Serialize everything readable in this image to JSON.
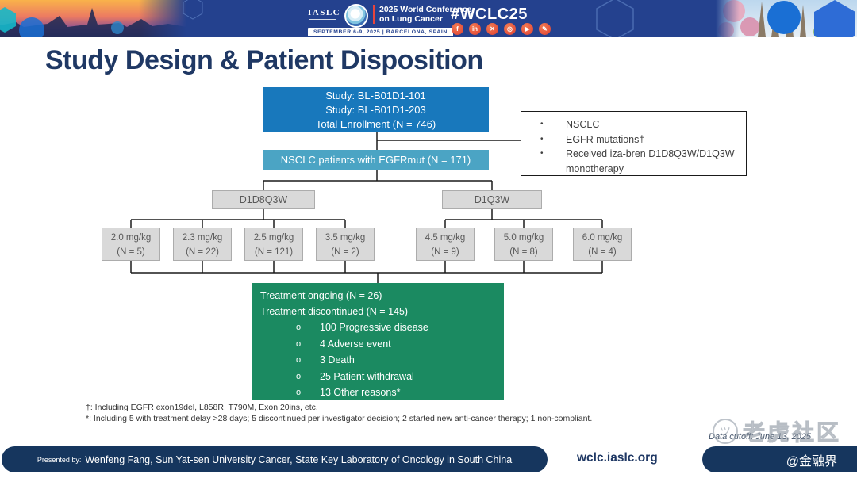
{
  "header": {
    "logo_text": "IASLC",
    "conference_title_line1": "2025 World Conference",
    "conference_title_line2": "on Lung Cancer",
    "conference_dates": "SEPTEMBER 6-9, 2025   |   BARCELONA, SPAIN",
    "hashtag": "#WCLC25",
    "social_icons": [
      {
        "name": "facebook-icon",
        "glyph": "f"
      },
      {
        "name": "linkedin-icon",
        "glyph": "in"
      },
      {
        "name": "x-icon",
        "glyph": "✕"
      },
      {
        "name": "instagram-icon",
        "glyph": "◎"
      },
      {
        "name": "youtube-icon",
        "glyph": "▶"
      },
      {
        "name": "pencil-icon",
        "glyph": "✎"
      }
    ]
  },
  "slide": {
    "title": "Study Design & Patient Disposition",
    "flowchart": {
      "study_box": {
        "line1": "Study: BL-B01D1-101",
        "line2": "Study: BL-B01D1-203",
        "line3": "Total Enrollment (N = 746)"
      },
      "criteria_box": {
        "bullets": [
          "NSCLC",
          "EGFR mutations†",
          "Received iza-bren D1D8Q3W/D1Q3W monotherapy"
        ]
      },
      "population_box": {
        "label": "NSCLC patients with EGFRmut  (N = 171)"
      },
      "schedule_boxes": [
        {
          "label": "D1D8Q3W"
        },
        {
          "label": "D1Q3W"
        }
      ],
      "dose_boxes": [
        {
          "dose": "2.0 mg/kg",
          "n": "(N = 5)"
        },
        {
          "dose": "2.3 mg/kg",
          "n": "(N = 22)"
        },
        {
          "dose": "2.5 mg/kg",
          "n": "(N = 121)"
        },
        {
          "dose": "3.5 mg/kg",
          "n": "(N = 2)"
        },
        {
          "dose": "4.5 mg/kg",
          "n": "(N = 9)"
        },
        {
          "dose": "5.0 mg/kg",
          "n": "(N = 8)"
        },
        {
          "dose": "6.0 mg/kg",
          "n": "(N = 4)"
        }
      ],
      "disposition_box": {
        "line1": "Treatment ongoing (N = 26)",
        "line2": "Treatment discontinued (N = 145)",
        "sub_items": [
          "100 Progressive disease",
          "4 Adverse event",
          "3 Death",
          "25 Patient withdrawal",
          "13 Other reasons*"
        ]
      }
    },
    "footnotes": [
      "†: Including EGFR exon19del, L858R, T790M, Exon 20ins, etc.",
      "*: Including 5 with treatment delay >28 days; 5 discontinued per investigator decision; 2 started new anti-cancer therapy; 1 non-compliant."
    ],
    "data_cutoff": "Data cutoff: June 13, 2025"
  },
  "footer": {
    "presented_by_label": "Presented by:",
    "presenter": "Wenfeng Fang, Sun Yat-sen University Cancer, State Key Laboratory of Oncology in South China",
    "website": "wclc.iaslc.org",
    "watermark_badge": "@金融界"
  },
  "watermark": {
    "text": "老虎社区"
  },
  "colors": {
    "banner_blue": "#24418E",
    "title_navy": "#1F3864",
    "study_box_blue": "#1878BC",
    "population_box_teal": "#4BA4C4",
    "schedule_box_gray": "#D9D9D9",
    "disposition_box_green": "#1B8A61",
    "footer_navy": "#16365E",
    "social_icon_orange": "#E8573F"
  }
}
